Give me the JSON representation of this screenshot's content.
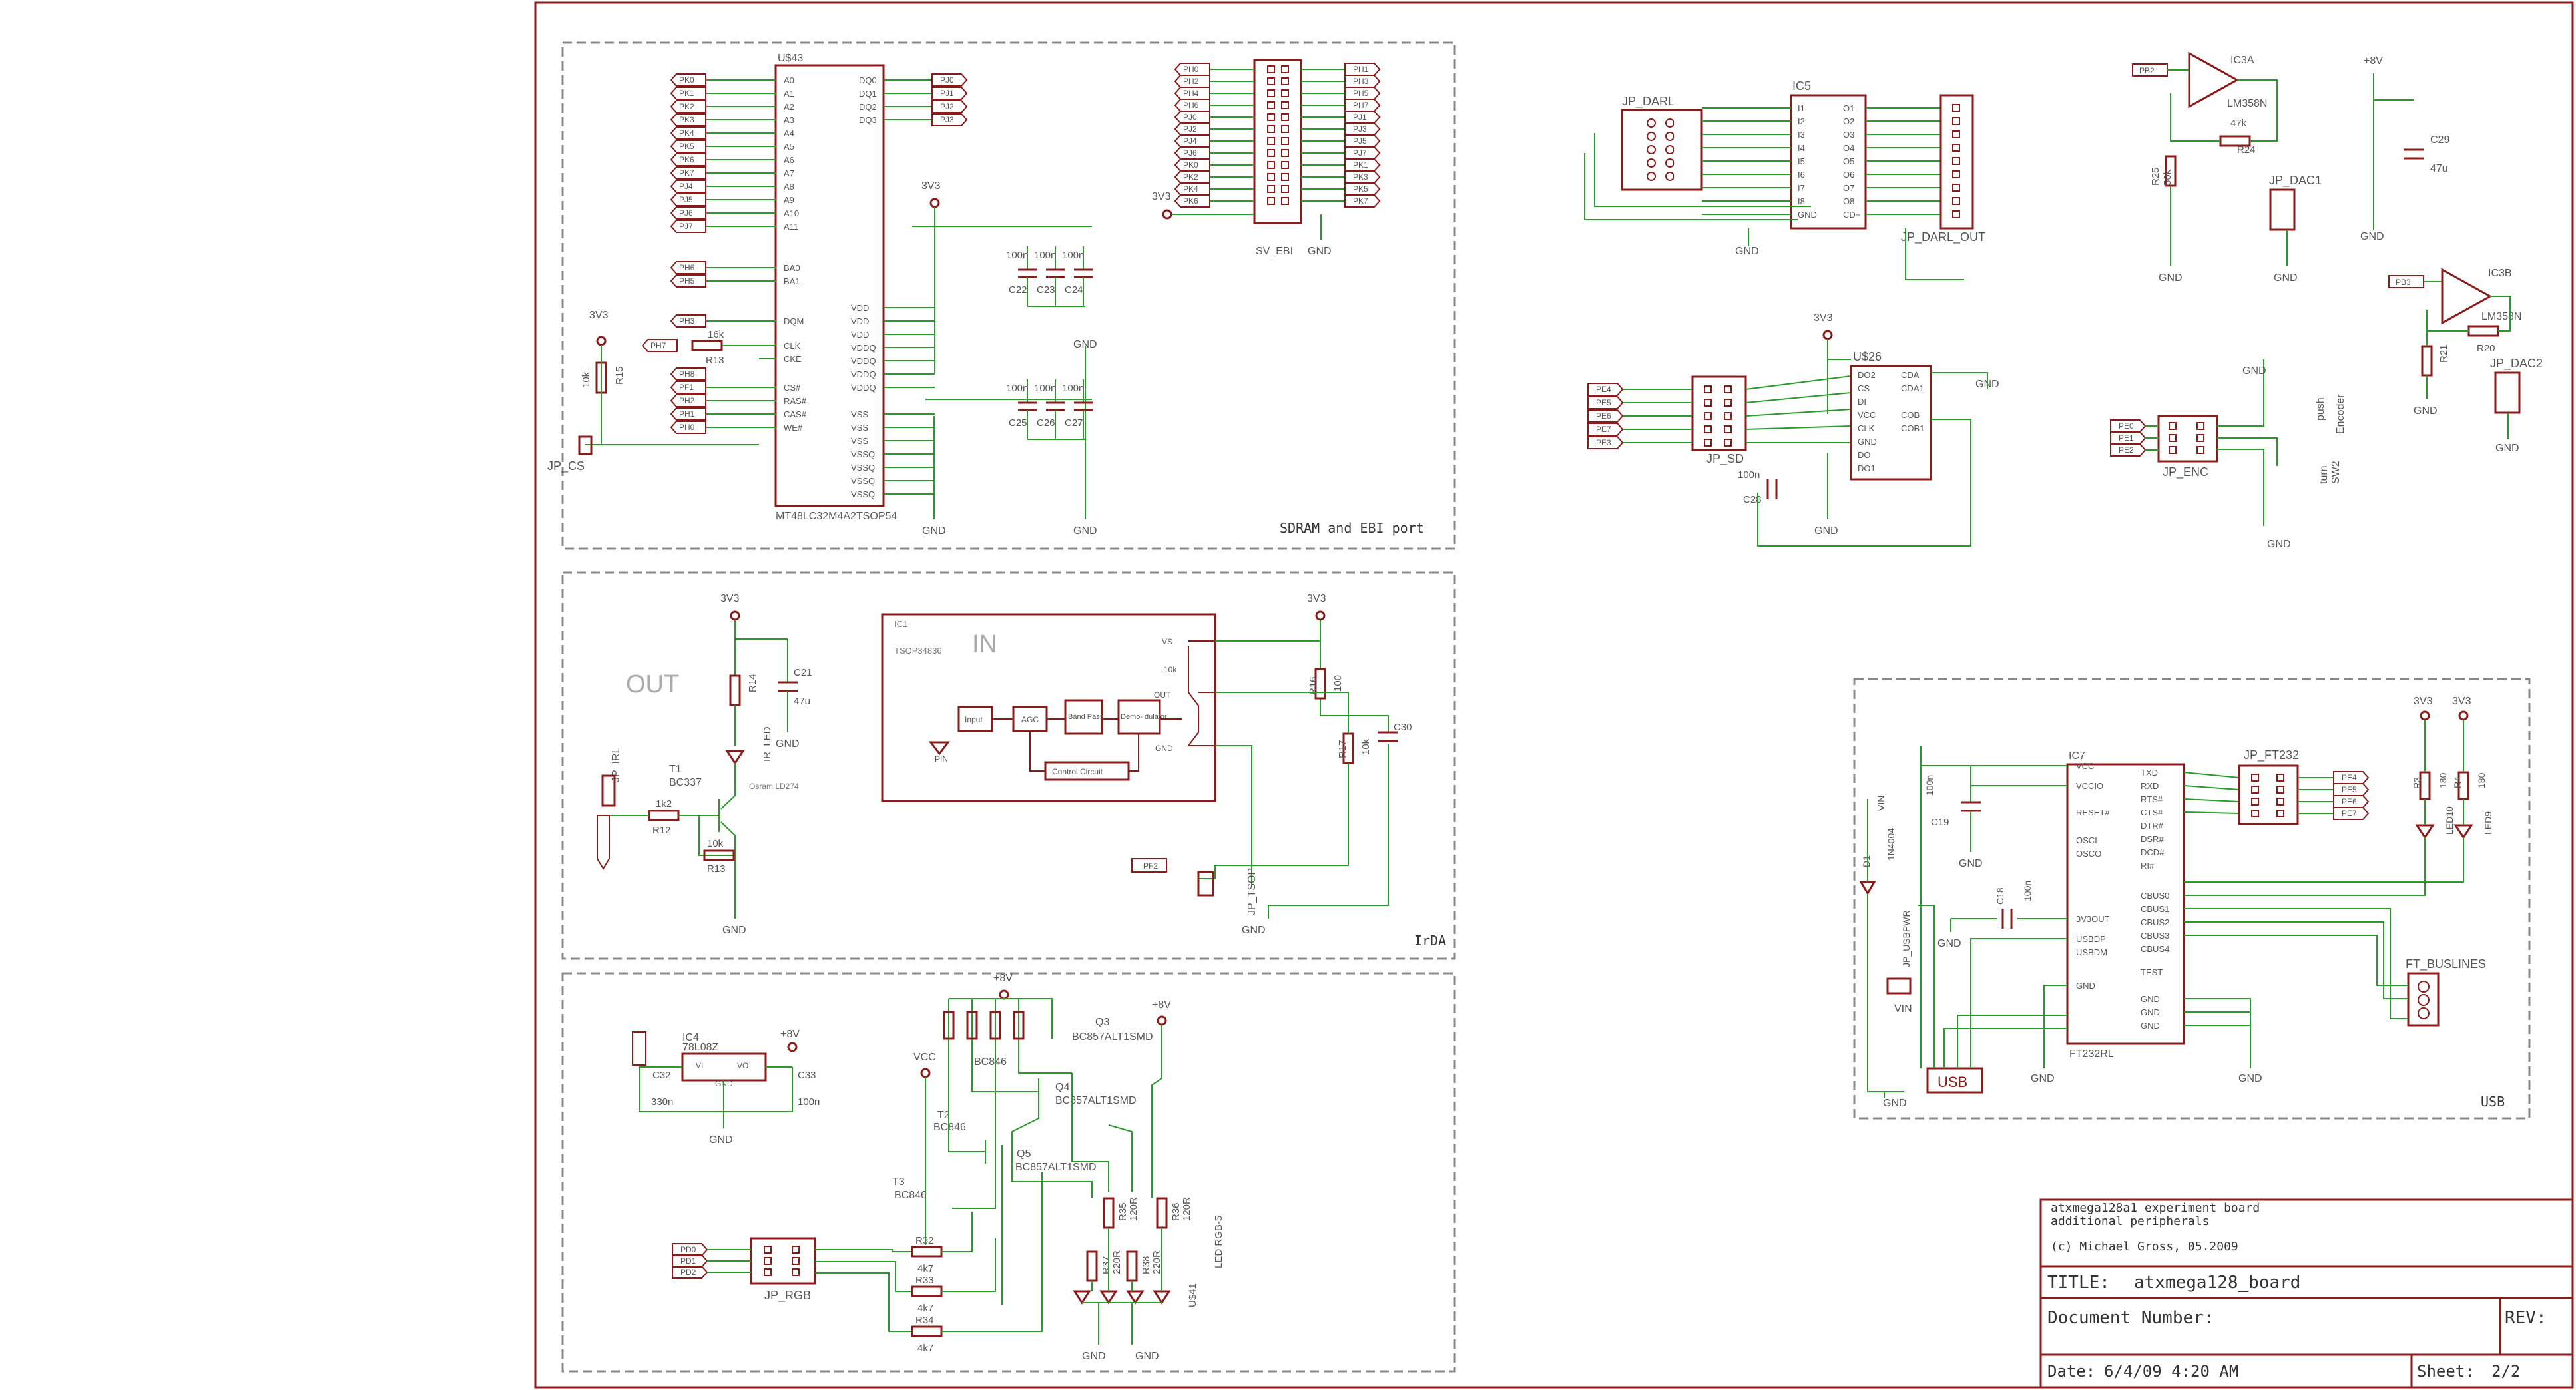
{
  "sections": {
    "sdram": "SDRAM and EBI port",
    "irda": "IrDA",
    "usb": "USB"
  },
  "labels": {
    "irda_out": "OUT",
    "irda_in": "IN",
    "usb_port": "USB"
  },
  "title_block": {
    "line1": "atxmega128a1 experiment board",
    "line2": "additional peripherals",
    "line3": "(c) Michael Gross, 05.2009",
    "title_label": "TITLE:",
    "title_value": "atxmega128_board",
    "docnum_label": "Document Number:",
    "rev_label": "REV:",
    "date_label": "Date:",
    "date_value": "6/4/09  4:20 AM",
    "sheet_label": "Sheet:",
    "sheet_value": "2/2"
  },
  "sdram": {
    "name": "U$43",
    "part": "MT48LC32M4A2TSOP54",
    "left_pins": [
      "A0",
      "A1",
      "A2",
      "A3",
      "A4",
      "A5",
      "A6",
      "A7",
      "A8",
      "A9",
      "A10",
      "A11"
    ],
    "left_nets": [
      "PK0",
      "PK1",
      "PK2",
      "PK3",
      "PK4",
      "PK5",
      "PK6",
      "PK7",
      "PJ4",
      "PJ5",
      "PJ6",
      "PJ7"
    ],
    "ba_pins": [
      "BA0",
      "BA1"
    ],
    "ba_nets": [
      "PH6",
      "PH5"
    ],
    "dqm_pin": "DQM",
    "dqm_net": "PH3",
    "clk_pins": [
      "CLK",
      "CKE"
    ],
    "clk_net": "PH7",
    "ctl_pins": [
      "CS#",
      "RAS#",
      "CAS#",
      "WE#"
    ],
    "ctl_nets": [
      "PH8",
      "PF1",
      "PH2",
      "PH1",
      "PH0"
    ],
    "dq_pins": [
      "DQ0",
      "DQ1",
      "DQ2",
      "DQ3"
    ],
    "dq_nets": [
      "PJ0",
      "PJ1",
      "PJ2",
      "PJ3"
    ],
    "vdd_pins": [
      "VDD",
      "VDD",
      "VDD",
      "VDDQ",
      "VDDQ",
      "VDDQ",
      "VDDQ"
    ],
    "vss_pins": [
      "VSS",
      "VSS",
      "VSS",
      "VSSQ",
      "VSSQ",
      "VSSQ",
      "VSSQ"
    ],
    "supply": "3V3",
    "gnd": "GND",
    "r15": "R15",
    "r15_val": "10k",
    "r13_val": "16k",
    "r13": "R13",
    "jp_cs": "JP_CS",
    "caps_top_vals": [
      "100n",
      "100n",
      "100n"
    ],
    "caps_top_names": [
      "C22",
      "C23",
      "C24"
    ],
    "caps_bot_vals": [
      "100n",
      "100n",
      "100n"
    ],
    "caps_bot_names": [
      "C25",
      "C26",
      "C27"
    ]
  },
  "ebi": {
    "name": "SV_EBI",
    "left": [
      "PH0",
      "PH2",
      "PH4",
      "PH6",
      "PJ0",
      "PJ2",
      "PJ4",
      "PJ6",
      "PK0",
      "PK2",
      "PK4",
      "PK6"
    ],
    "right": [
      "PH1",
      "PH3",
      "PH5",
      "PH7",
      "PJ1",
      "PJ3",
      "PJ5",
      "PJ7",
      "PK1",
      "PK3",
      "PK5",
      "PK7"
    ],
    "supply": "3V3",
    "gnd": "GND"
  },
  "darl": {
    "jp": "JP_DARL",
    "ic": "IC5",
    "inputs": [
      "I1",
      "I2",
      "I3",
      "I4",
      "I5",
      "I6",
      "I7",
      "I8",
      "GND"
    ],
    "outputs": [
      "O1",
      "O2",
      "O3",
      "O4",
      "O5",
      "O6",
      "O7",
      "O8",
      "CD+"
    ],
    "out_conn": "JP_DARL_OUT",
    "gnd": "GND"
  },
  "sd": {
    "jp": "JP_SD",
    "ic": "U$26",
    "nets": [
      "PE4",
      "PE5",
      "PE6",
      "PE7",
      "PE3"
    ],
    "pins_left": [
      "DO2",
      "CS",
      "DI",
      "VCC",
      "CLK",
      "GND",
      "DO",
      "DO1"
    ],
    "pins_right": [
      "CDA",
      "CDA1",
      "",
      "COB",
      "COB1",
      "",
      "",
      ""
    ],
    "cap": "C28",
    "cap_val": "100n",
    "supply": "3V3",
    "gnd": "GND"
  },
  "opamp": {
    "a_name": "IC3A",
    "a_part": "LM358N",
    "b_name": "IC3B",
    "b_part": "LM358N",
    "net_a": "PB2",
    "net_b": "PB3",
    "r24": "R24",
    "r24_val": "47k",
    "r25": "R25",
    "r25_val": "50k",
    "r20": "R20",
    "r21": "R21",
    "jp_dac1": "JP_DAC1",
    "jp_dac2": "JP_DAC2",
    "c29": "C29",
    "c29_val": "47u",
    "supply": "+8V",
    "gnd": "GND"
  },
  "encoder": {
    "jp": "JP_ENC",
    "nets": [
      "PE0",
      "PE1",
      "PE2"
    ],
    "sw": "SW2",
    "push": "push",
    "turn": "turn",
    "enc": "Encoder",
    "gnd": "GND"
  },
  "irda": {
    "supply": "3V3",
    "r14": "R14",
    "c21": "C21",
    "c21_val": "47u",
    "ir_led": "IR_LED",
    "led_part": "Osram LD274",
    "t1": "T1",
    "t1_part": "BC337",
    "r12": "R12",
    "r12_val": "1k2",
    "r13": "R13",
    "r13_val": "10k",
    "jp_irl": "JP_IRL",
    "ic1": "IC1",
    "ic1_part": "TSOP34836",
    "blocks": [
      "Input",
      "AGC",
      "Band\nPass",
      "Demo-\ndulator",
      "Control Circuit"
    ],
    "pin": "PIN",
    "vs": "VS",
    "out": "OUT",
    "gnd_pin": "GND",
    "r10k": "10k",
    "r16": "R16",
    "r16_val": "100",
    "r17": "R17",
    "r17_val": "10k",
    "c30": "C30",
    "pf2": "PF2",
    "jp_tsop": "JP_TSOP",
    "gnd": "GND"
  },
  "rgb": {
    "ic4": "IC4",
    "ic4_part": "78L08Z",
    "vi": "VI",
    "vo": "VO",
    "ic_gnd": "GND",
    "c32": "C32",
    "c32_val": "330n",
    "c33": "C33",
    "c33_val": "100n",
    "supply": "+8V",
    "vcc": "VCC",
    "gnd": "GND",
    "nets": [
      "PD0",
      "PD1",
      "PD2"
    ],
    "jp": "JP_RGB",
    "r32": "R32",
    "r33": "R33",
    "r34": "R34",
    "r_val": "4k7",
    "t2": "T2",
    "t3": "T3",
    "t_part": "BC846",
    "q3": "Q3",
    "q4": "Q4",
    "q5": "Q5",
    "q_part": "BC857ALT1SMD",
    "r35": "R35",
    "r36": "R36",
    "r37": "R37",
    "r38": "R38",
    "r_led": "120R",
    "r_led2": "220R",
    "led": "LED RGB-5",
    "u": "U$41"
  },
  "usb": {
    "ic7": "IC7",
    "ic7_part": "FT232RL",
    "left_pins": [
      "VCC",
      "VCCIO",
      "RESET#",
      "OSCI",
      "OSCO",
      "3V3OUT",
      "USBDP",
      "USBDM",
      "GND"
    ],
    "right_pins": [
      "TXD",
      "RXD",
      "RTS#",
      "CTS#",
      "DTR#",
      "DSR#",
      "DCD#",
      "RI#",
      "CBUS0",
      "CBUS1",
      "CBUS2",
      "CBUS3",
      "CBUS4",
      "TEST",
      "GND",
      "GND",
      "GND"
    ],
    "jp_ft232": "JP_FT232",
    "ft_nets": [
      "PE4",
      "PE5",
      "PE6",
      "PE7"
    ],
    "jp_buslines": "FT_BUSLINES",
    "c19": "C19",
    "c19_val": "100n",
    "c18": "C18",
    "c18_val": "100n",
    "d1": "D1",
    "d1_part": "1N4004",
    "vin": "VIN",
    "jp_usbpwr": "JP_USBPWR",
    "r3": "R3",
    "r4": "R4",
    "r_val": "180",
    "led9": "LED9",
    "led10": "LED10",
    "supply": "3V3",
    "gnd": "GND"
  }
}
